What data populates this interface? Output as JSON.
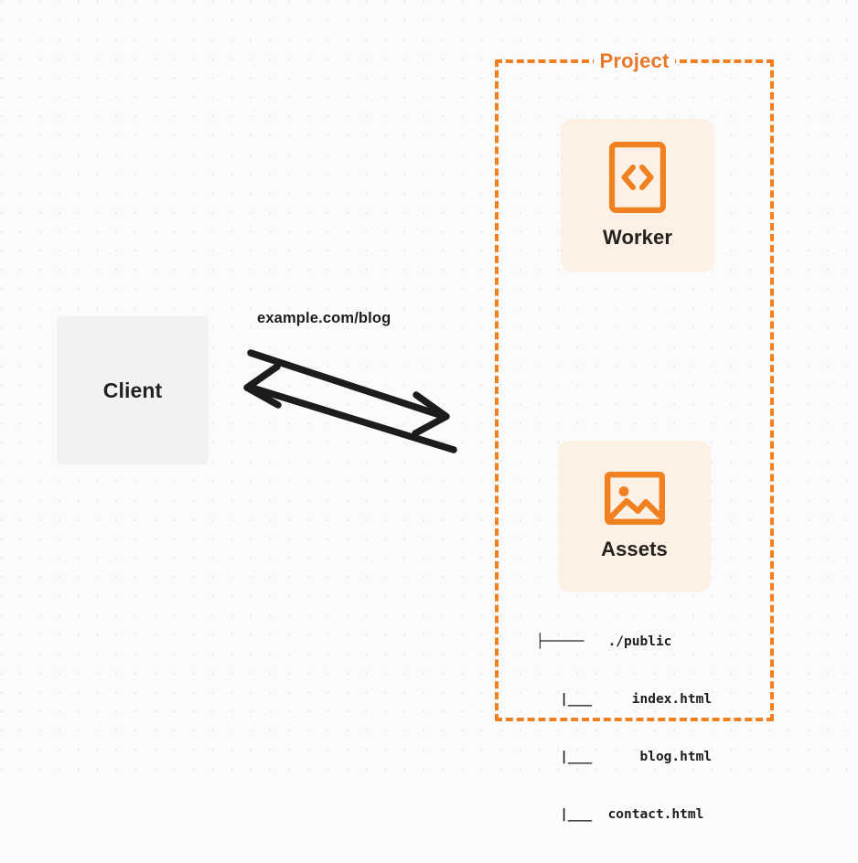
{
  "diagram": {
    "title": "Cloudflare Worker with static assets request flow",
    "background_color": "#fbfbfb",
    "accent_color": "#f08020",
    "card_background": "#fdf0e4",
    "client_background": "#f2f2f4",
    "text_color": "#23221f"
  },
  "client": {
    "label": "Client"
  },
  "connection": {
    "url_label": "example.com/blog",
    "request_arrow_name": "request-arrow",
    "response_arrow_name": "response-arrow",
    "stroke_color": "#1c1c1c"
  },
  "project": {
    "title": "Project",
    "border_style": "dashed",
    "border_color": "#f08020"
  },
  "worker": {
    "label": "Worker",
    "icon": "code-brackets-icon"
  },
  "assets": {
    "label": "Assets",
    "icon": "image-icon",
    "tree": [
      {
        "prefix": "├────",
        "name": "  ./public"
      },
      {
        "prefix": " |__",
        "name": "    index.html"
      },
      {
        "prefix": " |__",
        "name": "     blog.html"
      },
      {
        "prefix": " |__",
        "name": " contact.html"
      }
    ],
    "tree_lines": [
      "├─────   ./public",
      "   |___     index.html",
      "   |___      blog.html",
      "   |___  contact.html"
    ]
  }
}
